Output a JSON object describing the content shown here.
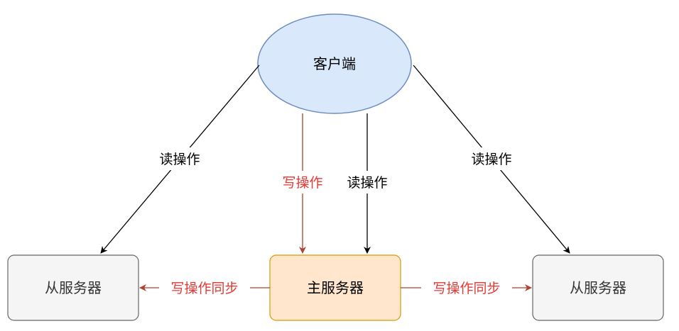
{
  "nodes": {
    "client": {
      "label": "客户端"
    },
    "master": {
      "label": "主服务器"
    },
    "slave_left": {
      "label": "从服务器"
    },
    "slave_right": {
      "label": "从服务器"
    }
  },
  "edges": {
    "client_to_slave_left": {
      "label": "读操作"
    },
    "client_to_master_write": {
      "label": "写操作"
    },
    "client_to_master_read": {
      "label": "读操作"
    },
    "client_to_slave_right": {
      "label": "读操作"
    },
    "master_to_slave_left_sync": {
      "label": "写操作同步"
    },
    "master_to_slave_right_sync": {
      "label": "写操作同步"
    }
  },
  "colors": {
    "client_fill": "#dae8fc",
    "client_stroke": "#6c8ebf",
    "master_fill": "#ffe6cc",
    "master_stroke": "#d79b00",
    "slave_fill": "#f5f5f5",
    "slave_stroke": "#666666",
    "read_arrow": "#000000",
    "write_arrow": "#ae4132",
    "write_label": "#e53935",
    "read_label": "#000000"
  }
}
